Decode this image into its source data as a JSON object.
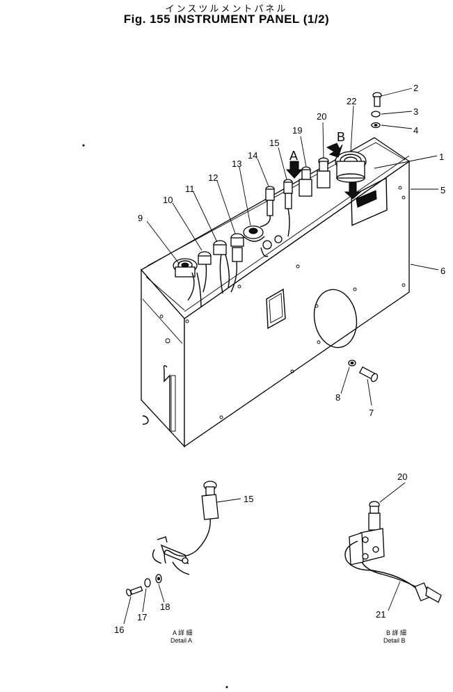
{
  "title_jp": "インスツルメントパネル",
  "title_en": "Fig. 155 INSTRUMENT PANEL (1/2)",
  "callouts": [
    "1",
    "2",
    "3",
    "4",
    "5",
    "6",
    "7",
    "8",
    "9",
    "10",
    "11",
    "12",
    "13",
    "14",
    "15",
    "16",
    "17",
    "18",
    "19",
    "20",
    "21",
    "22"
  ],
  "detail_markers": [
    "A",
    "B"
  ],
  "detail_a": {
    "caption_jp": "A 詳 細",
    "caption_en": "Detail A",
    "callouts": [
      "15",
      "16",
      "17",
      "18"
    ]
  },
  "detail_b": {
    "caption_jp": "B 詳 細",
    "caption_en": "Detail B",
    "callouts": [
      "20",
      "21"
    ]
  }
}
